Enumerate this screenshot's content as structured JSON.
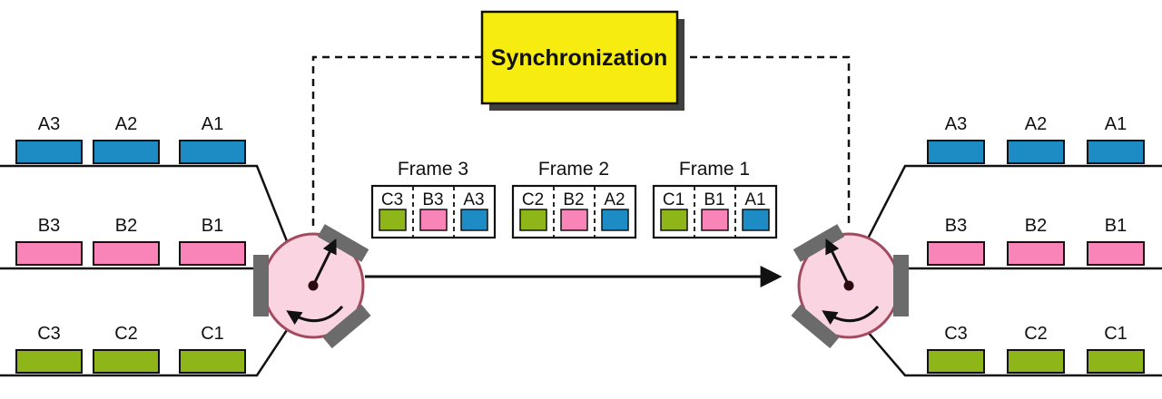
{
  "colors": {
    "blue": "#1d8bc4",
    "pink": "#f884b8",
    "green": "#8fb618",
    "yellow": "#f7ec0f",
    "mux_fill": "#fad5e1",
    "mux_stroke": "#a34a5e",
    "contact_gray": "#6b6b6b",
    "line": "#111111"
  },
  "sync": {
    "label": "Synchronization"
  },
  "left": {
    "row_a": {
      "labels": [
        "A3",
        "A2",
        "A1"
      ]
    },
    "row_b": {
      "labels": [
        "B3",
        "B2",
        "B1"
      ]
    },
    "row_c": {
      "labels": [
        "C3",
        "C2",
        "C1"
      ]
    }
  },
  "right": {
    "row_a": {
      "labels": [
        "A3",
        "A2",
        "A1"
      ]
    },
    "row_b": {
      "labels": [
        "B3",
        "B2",
        "B1"
      ]
    },
    "row_c": {
      "labels": [
        "C3",
        "C2",
        "C1"
      ]
    }
  },
  "frames": [
    {
      "label": "Frame 3",
      "slots": [
        "C3",
        "B3",
        "A3"
      ]
    },
    {
      "label": "Frame 2",
      "slots": [
        "C2",
        "B2",
        "A2"
      ]
    },
    {
      "label": "Frame 1",
      "slots": [
        "C1",
        "B1",
        "A1"
      ]
    }
  ]
}
